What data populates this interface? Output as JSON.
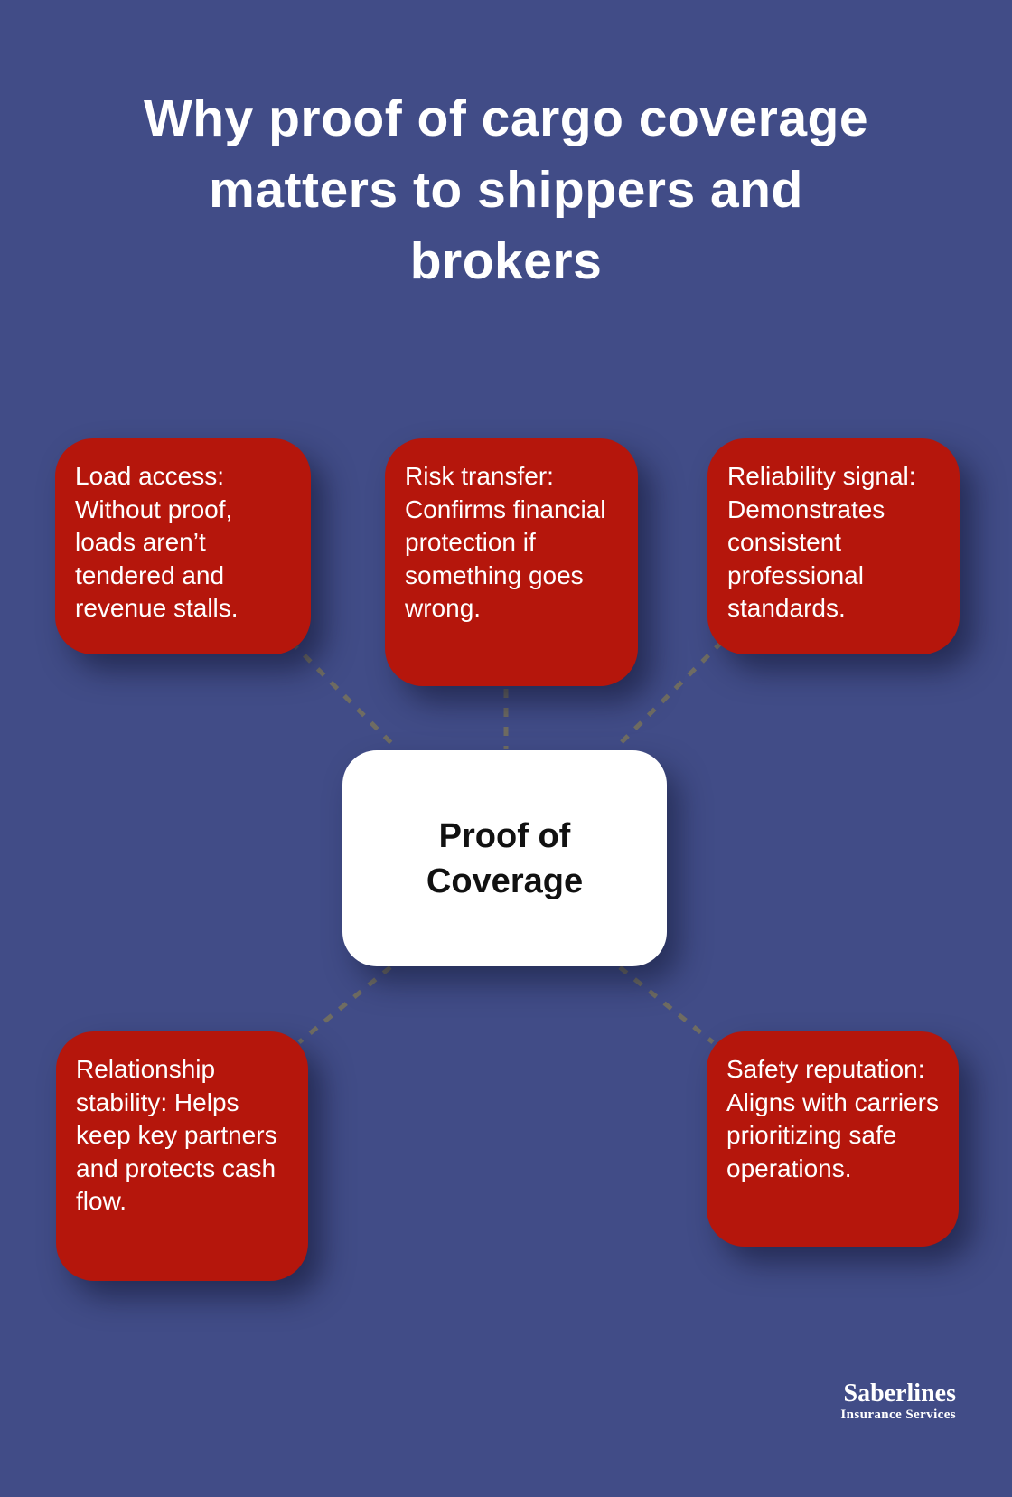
{
  "title": {
    "full": "Why proof of cargo coverage matters to shippers and brokers",
    "lines": [
      "Why proof of cargo coverage",
      "matters to shippers and",
      "brokers"
    ]
  },
  "center": {
    "full": "Proof of Coverage",
    "lines": [
      "Proof of",
      "Coverage"
    ]
  },
  "reasons": [
    {
      "id": "load-access",
      "text": "Load access: Without proof, loads aren’t tendered and revenue stalls."
    },
    {
      "id": "risk-transfer",
      "text": "Risk transfer: Confirms financial protection if something goes wrong."
    },
    {
      "id": "reliability-signal",
      "text": "Reliability signal: Demonstrates consistent professional standards."
    },
    {
      "id": "relationship-stability",
      "text": "Relationship stability: Helps keep key partners and protects cash flow."
    },
    {
      "id": "safety-reputation",
      "text": "Safety reputation: Aligns with carriers prioritizing safe operations."
    }
  ],
  "logo": {
    "name": "Saberlines",
    "tagline": "Insurance Services"
  },
  "colors": {
    "background": "#414C87",
    "card": "#B5160C",
    "card_text": "#FFFFFF",
    "center_bg": "#FFFFFF",
    "center_text": "#111111",
    "connector": "#75705E",
    "title_text": "#FFFFFF",
    "logo_text": "#FFFFFF"
  }
}
